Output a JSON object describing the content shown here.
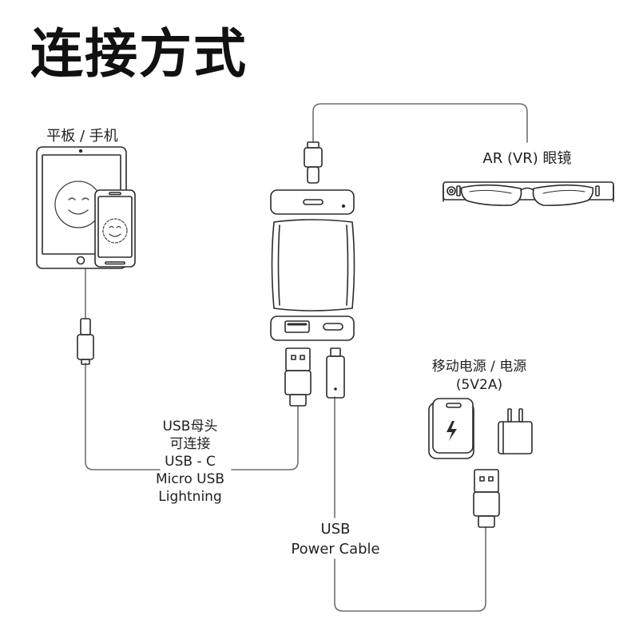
{
  "title": "连接方式",
  "labels": {
    "tablet_phone": "平板 / 手机",
    "glasses": "AR (VR) 眼镜",
    "power_source": "移动电源 / 电源",
    "power_spec": "(5V2A)",
    "usb_female_lines": [
      "USB母头",
      "可连接",
      "USB - C",
      "Micro USB",
      "Lightning"
    ],
    "usb_power_lines": [
      "USB",
      "Power Cable"
    ]
  },
  "colors": {
    "stroke": "#2b2b2b",
    "line": "#6f6f6f",
    "background": "#ffffff"
  },
  "icons": [
    "tablet-icon",
    "phone-icon",
    "smiley-icon",
    "ar-glasses-icon",
    "adapter-hub-icon",
    "usb-c-plug-icon",
    "usb-a-plug-icon",
    "micro-usb-plug-icon",
    "power-bank-icon",
    "lightning-icon",
    "wall-charger-icon"
  ]
}
